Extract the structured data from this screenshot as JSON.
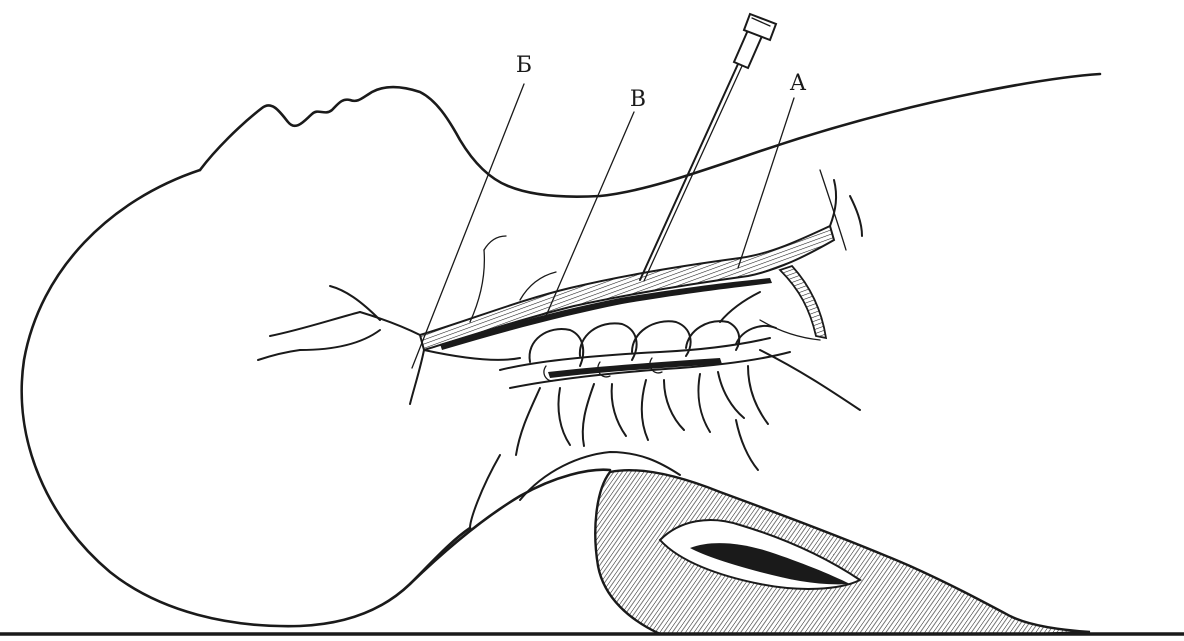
{
  "labels": {
    "A": "А",
    "B": "Б",
    "V": "В"
  },
  "colors": {
    "ink": "#1a1a1a",
    "paper": "#ffffff"
  }
}
